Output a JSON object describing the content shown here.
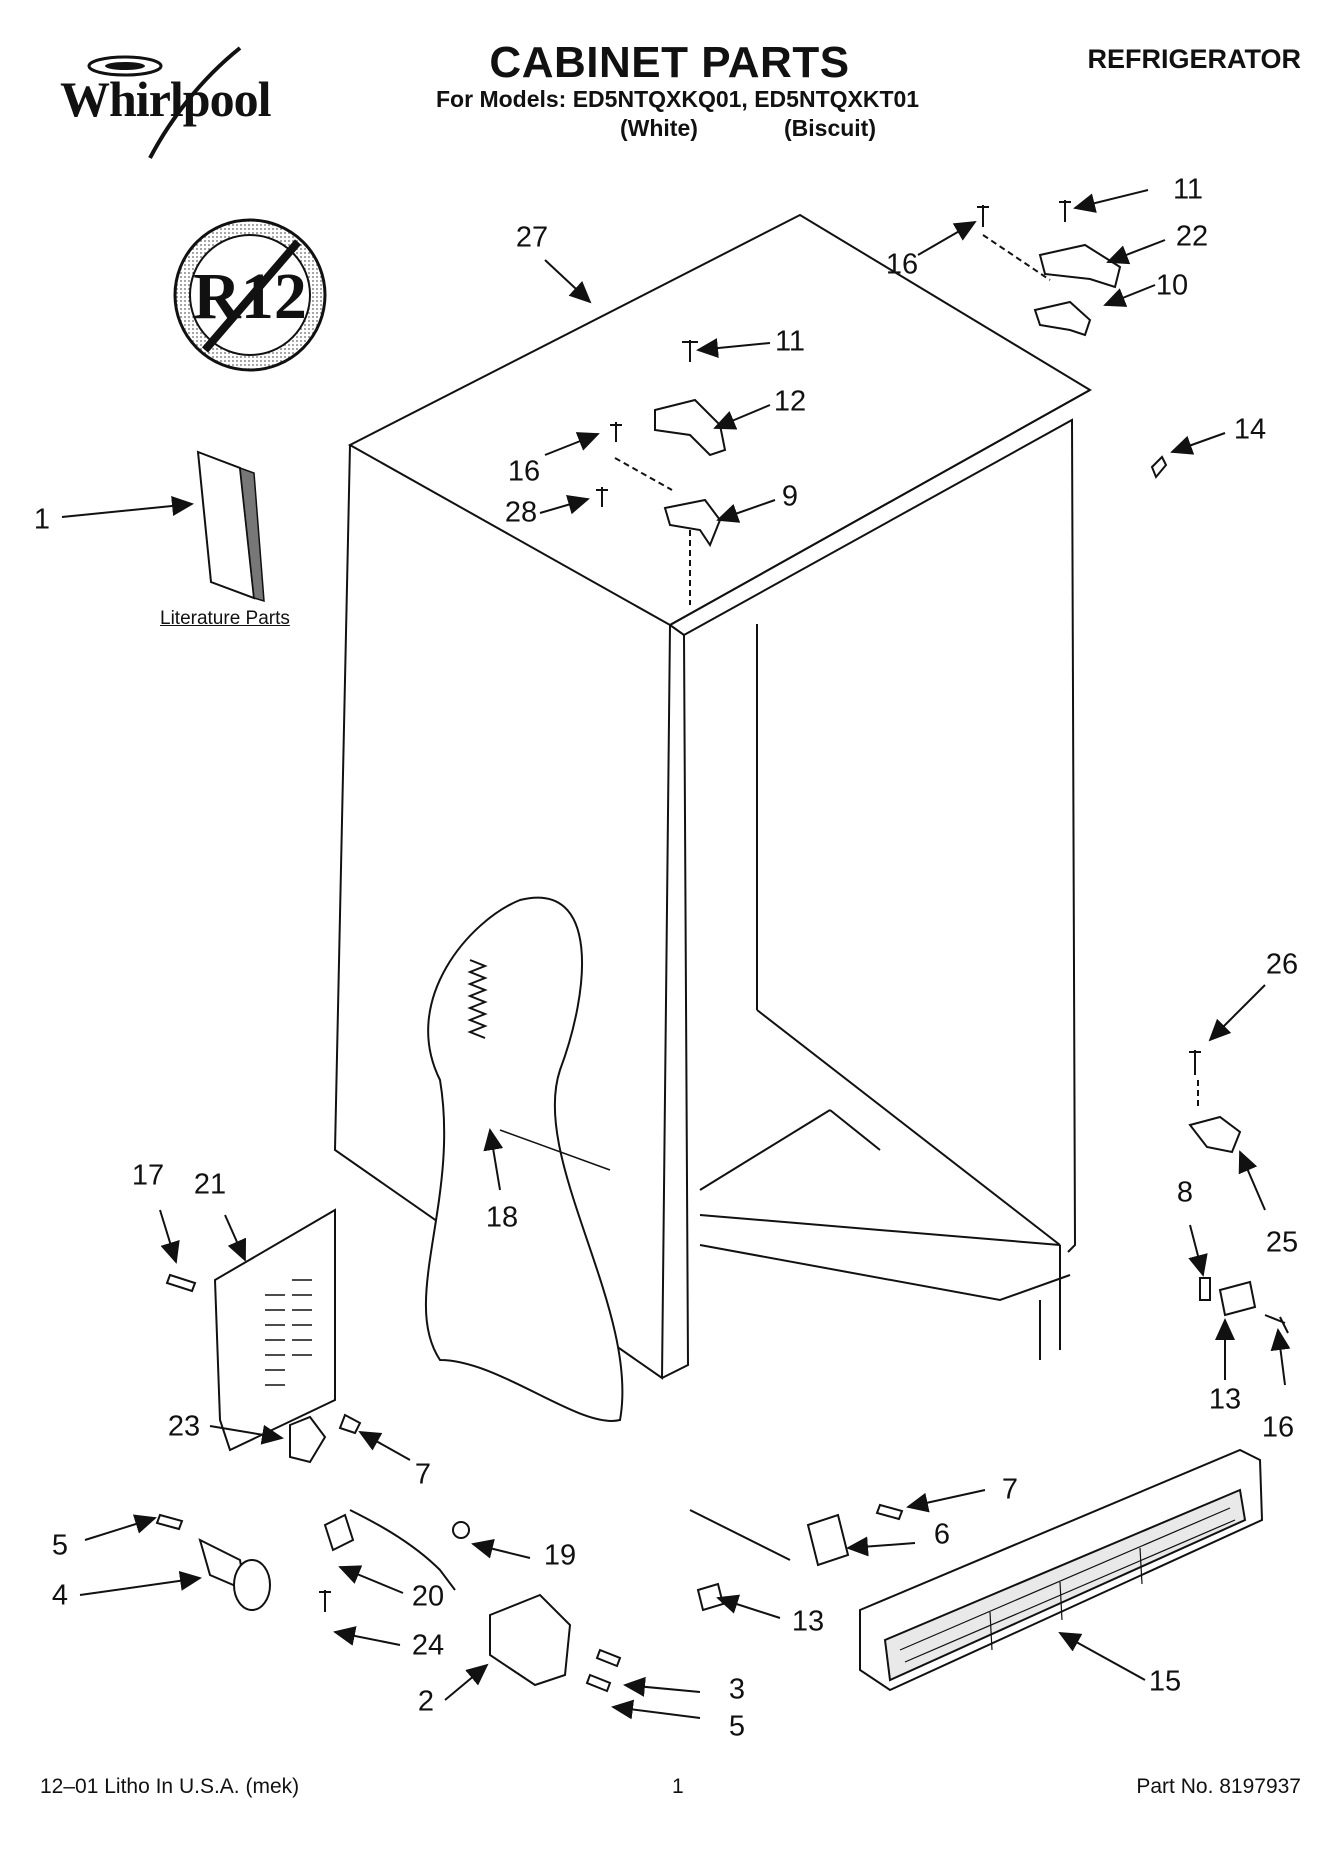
{
  "header": {
    "brand": "Whirlpool",
    "title": "CABINET PARTS",
    "category": "REFRIGERATOR",
    "models_line": "For Models: ED5NTQXKQ01, ED5NTQXKT01",
    "variant_white": "(White)",
    "variant_biscuit": "(Biscuit)"
  },
  "badge": {
    "text": "R12"
  },
  "literature_label": "Literature Parts",
  "callouts": [
    "1",
    "27",
    "11",
    "16",
    "22",
    "10",
    "11",
    "12",
    "16",
    "28",
    "9",
    "14",
    "26",
    "17",
    "21",
    "18",
    "8",
    "25",
    "13",
    "16",
    "23",
    "7",
    "7",
    "5",
    "19",
    "6",
    "4",
    "20",
    "13",
    "24",
    "3",
    "2",
    "5",
    "15"
  ],
  "footer": {
    "litho": "12–01 Litho In U.S.A. (mek)",
    "page": "1",
    "part_no": "Part No. 8197937"
  },
  "colors": {
    "ink": "#111111",
    "paper": "#ffffff",
    "shade": "#d9d9d9"
  }
}
